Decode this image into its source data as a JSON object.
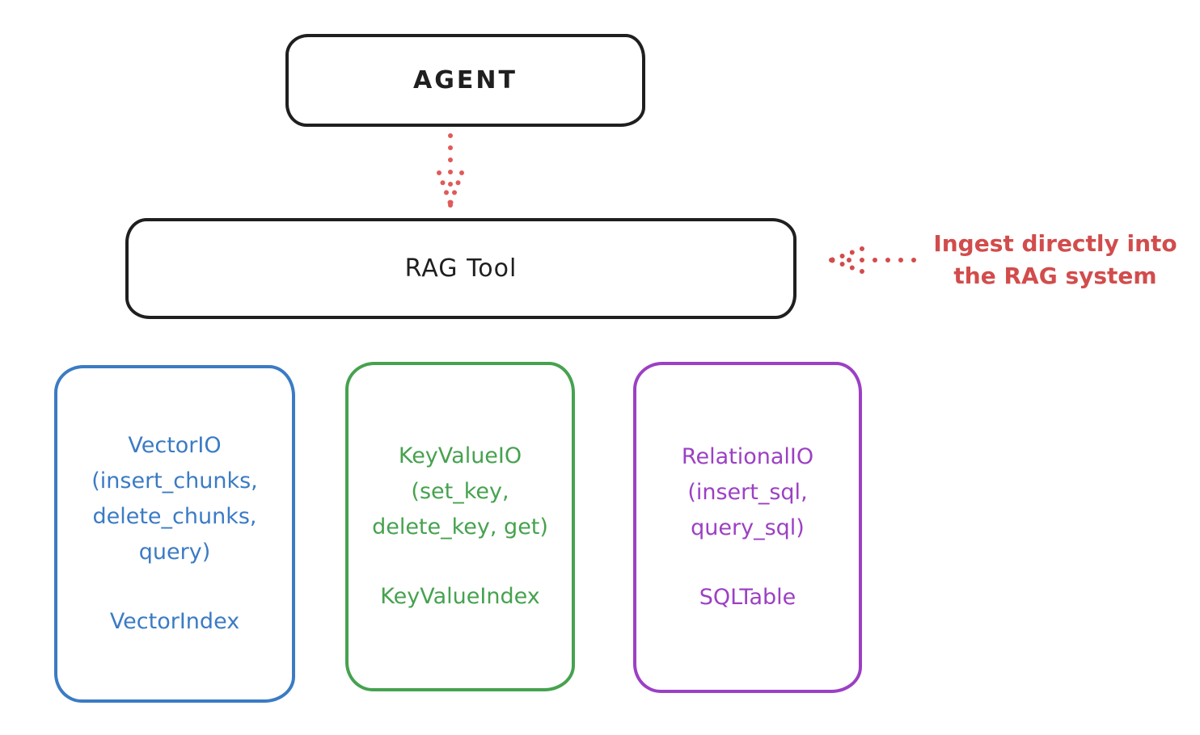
{
  "diagram": {
    "agent_box": {
      "label": "AGENT"
    },
    "rag_tool_box": {
      "label": "RAG Tool"
    },
    "annotation": {
      "text": "Ingest directly into\nthe RAG system",
      "color": "#d24c4c"
    },
    "arrows": [
      {
        "name": "agent-to-rag-arrow",
        "style": "dotted",
        "direction": "down",
        "color": "#e05a5a"
      },
      {
        "name": "annotation-to-rag-arrow",
        "style": "dotted",
        "direction": "left",
        "color": "#d24c4c"
      }
    ],
    "io_boxes": [
      {
        "methods": "VectorIO\n(insert_chunks,\ndelete_chunks,\nquery)",
        "index_label": "VectorIndex",
        "color": "#3b7bc4"
      },
      {
        "methods": "KeyValueIO\n(set_key,\ndelete_key, get)",
        "index_label": "KeyValueIndex",
        "color": "#46a24f"
      },
      {
        "methods": "RelationalIO\n(insert_sql,\nquery_sql)",
        "index_label": "SQLTable",
        "color": "#9c40c4"
      }
    ],
    "colors": {
      "ink": "#1f1f1f",
      "background": "#ffffff"
    }
  }
}
